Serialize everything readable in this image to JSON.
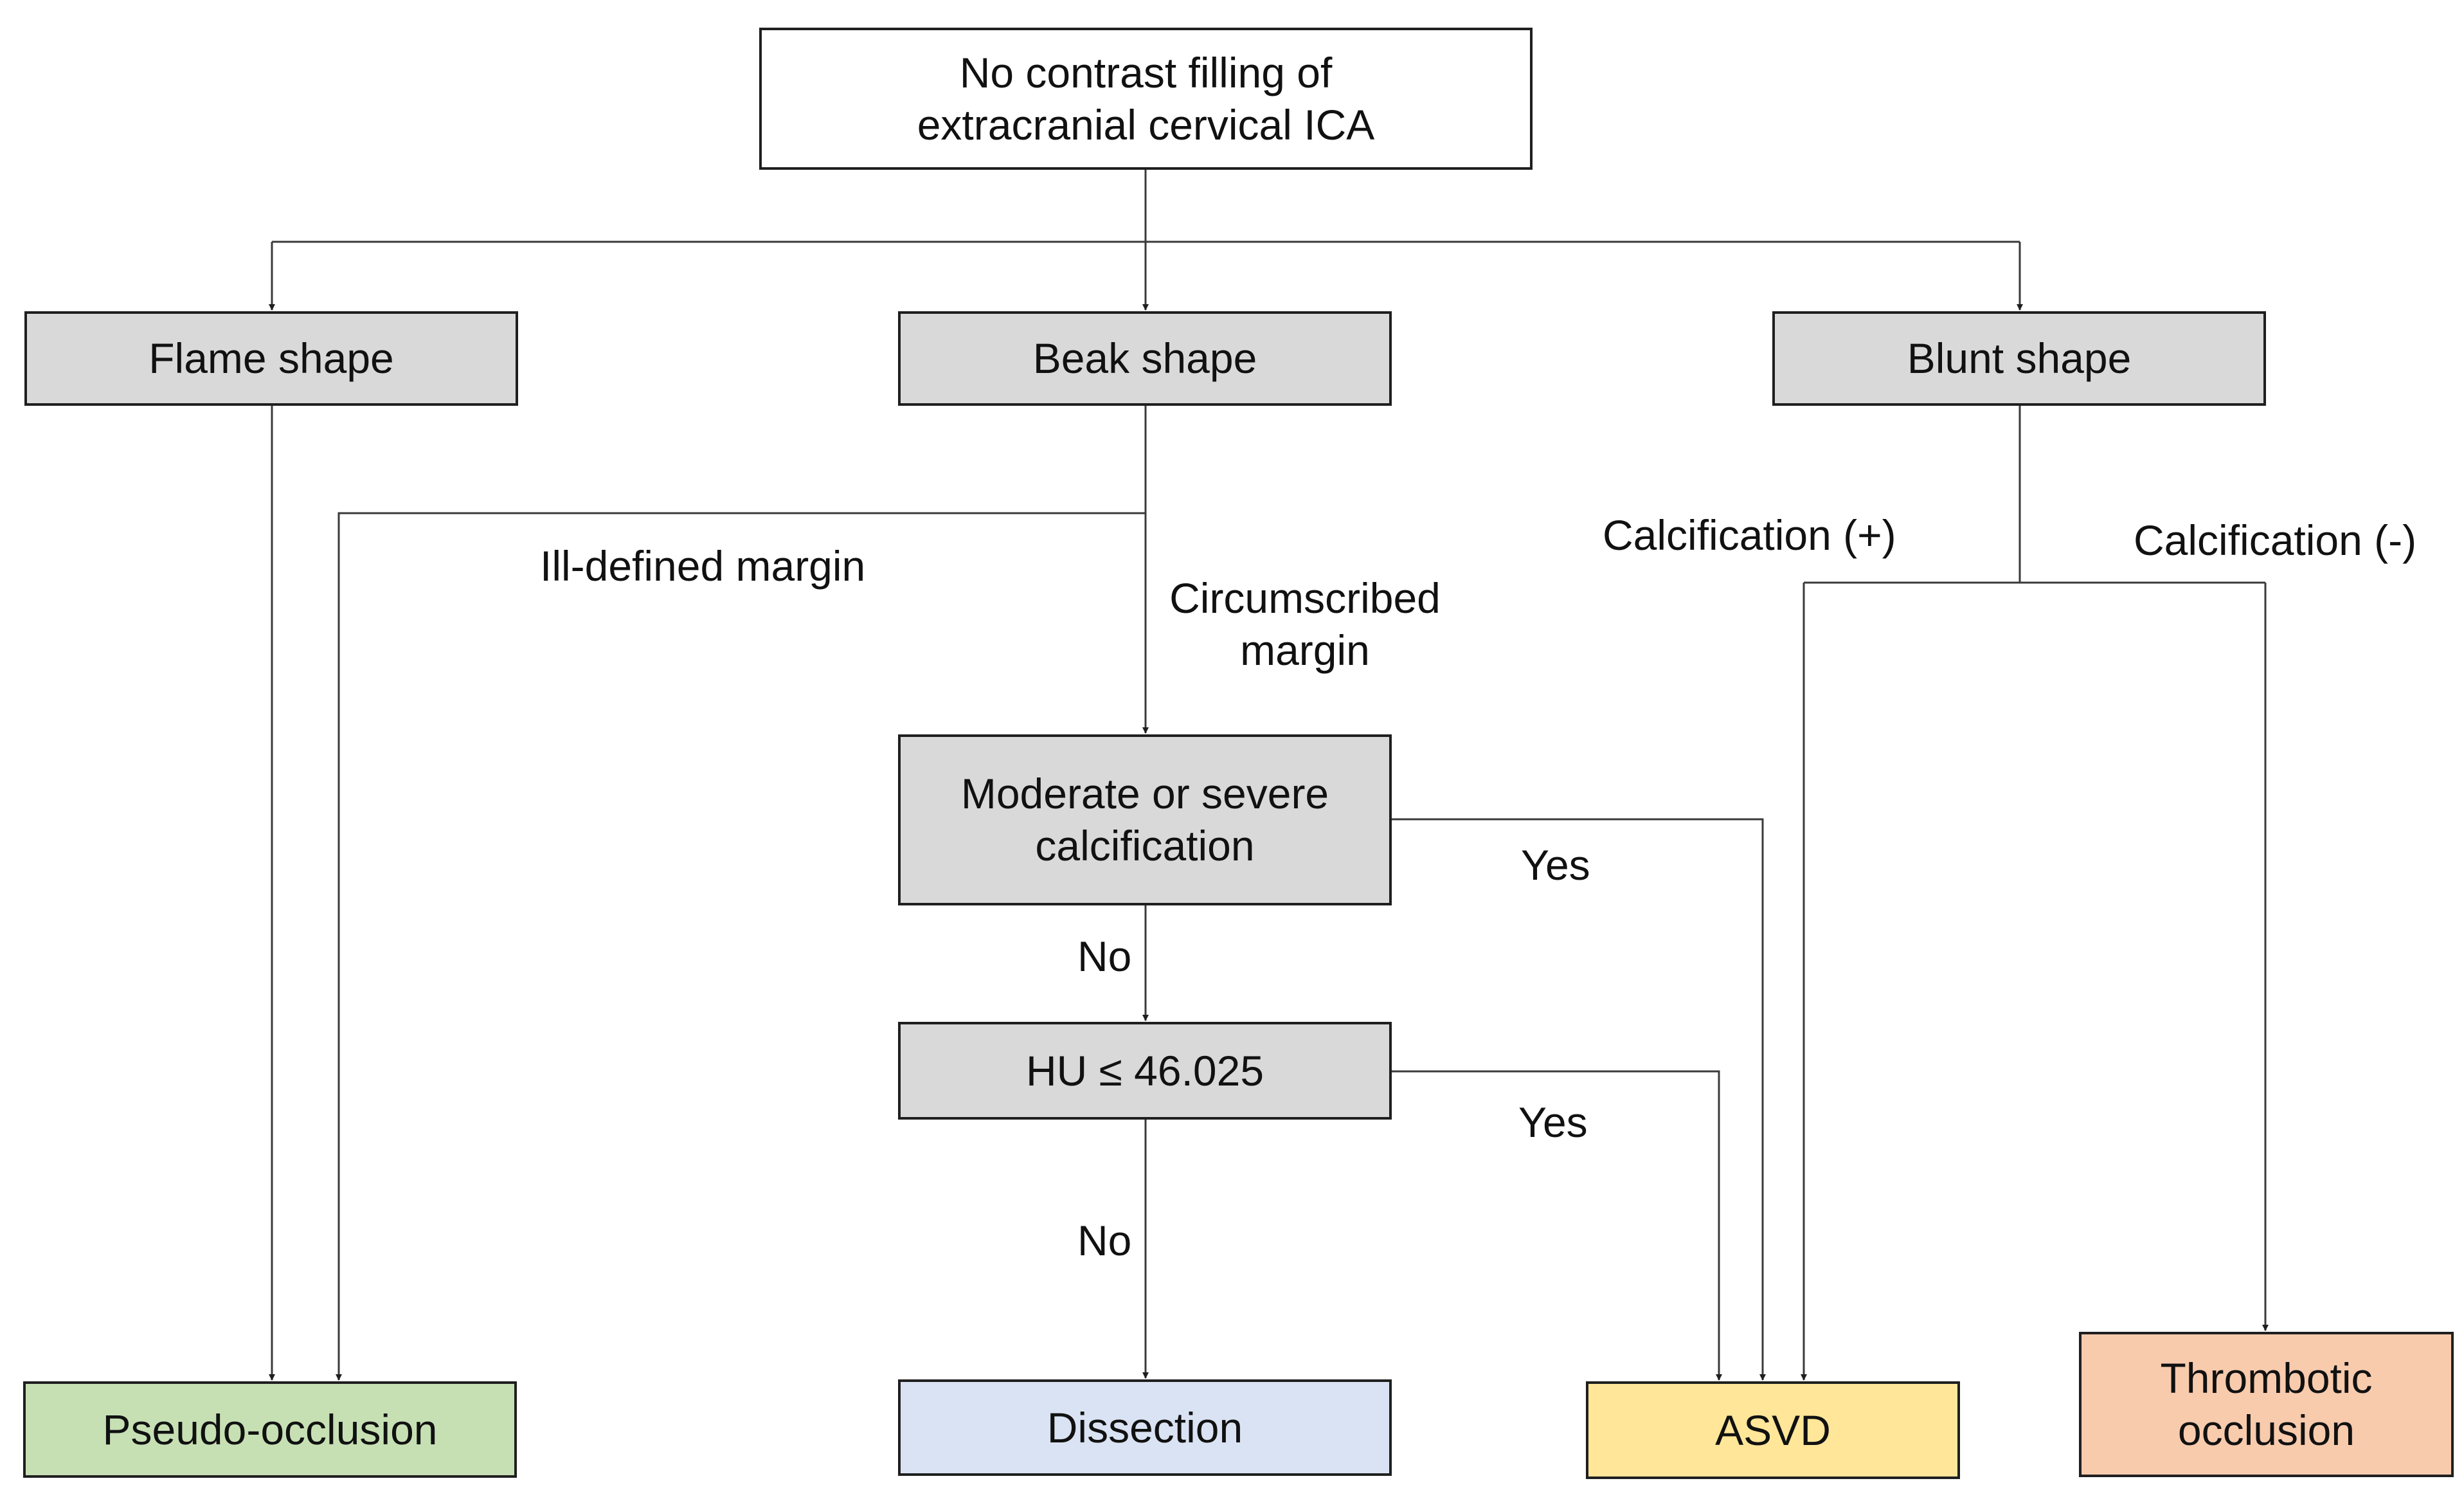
{
  "colors": {
    "process_fill": "#d9d9d9",
    "start_fill": "#ffffff",
    "pseudo_occlusion_fill": "#c6e0b4",
    "dissection_fill": "#dae3f3",
    "asvd_fill": "#ffe699",
    "thrombotic_fill": "#f8cbad",
    "line": "#3a3a3a"
  },
  "nodes": {
    "start": {
      "line1": "No contrast filling of",
      "line2": "extracranial cervical ICA"
    },
    "flame": "Flame shape",
    "beak": "Beak shape",
    "blunt": "Blunt shape",
    "calcification": {
      "line1": "Moderate or severe",
      "line2": "calcification"
    },
    "hu": "HU ≤ 46.025",
    "pseudo_occlusion": "Pseudo-occlusion",
    "dissection": "Dissection",
    "asvd": "ASVD",
    "thrombotic": {
      "line1": "Thrombotic",
      "line2": "occlusion"
    }
  },
  "edge_labels": {
    "ill_defined": "Ill-defined margin",
    "circumscribed": {
      "line1": "Circumscribed",
      "line2": "margin"
    },
    "calc_plus": "Calcification (+)",
    "calc_minus": "Calcification (-)",
    "yes_calc": "Yes",
    "no_calc": "No",
    "yes_hu": "Yes",
    "no_hu": "No"
  }
}
